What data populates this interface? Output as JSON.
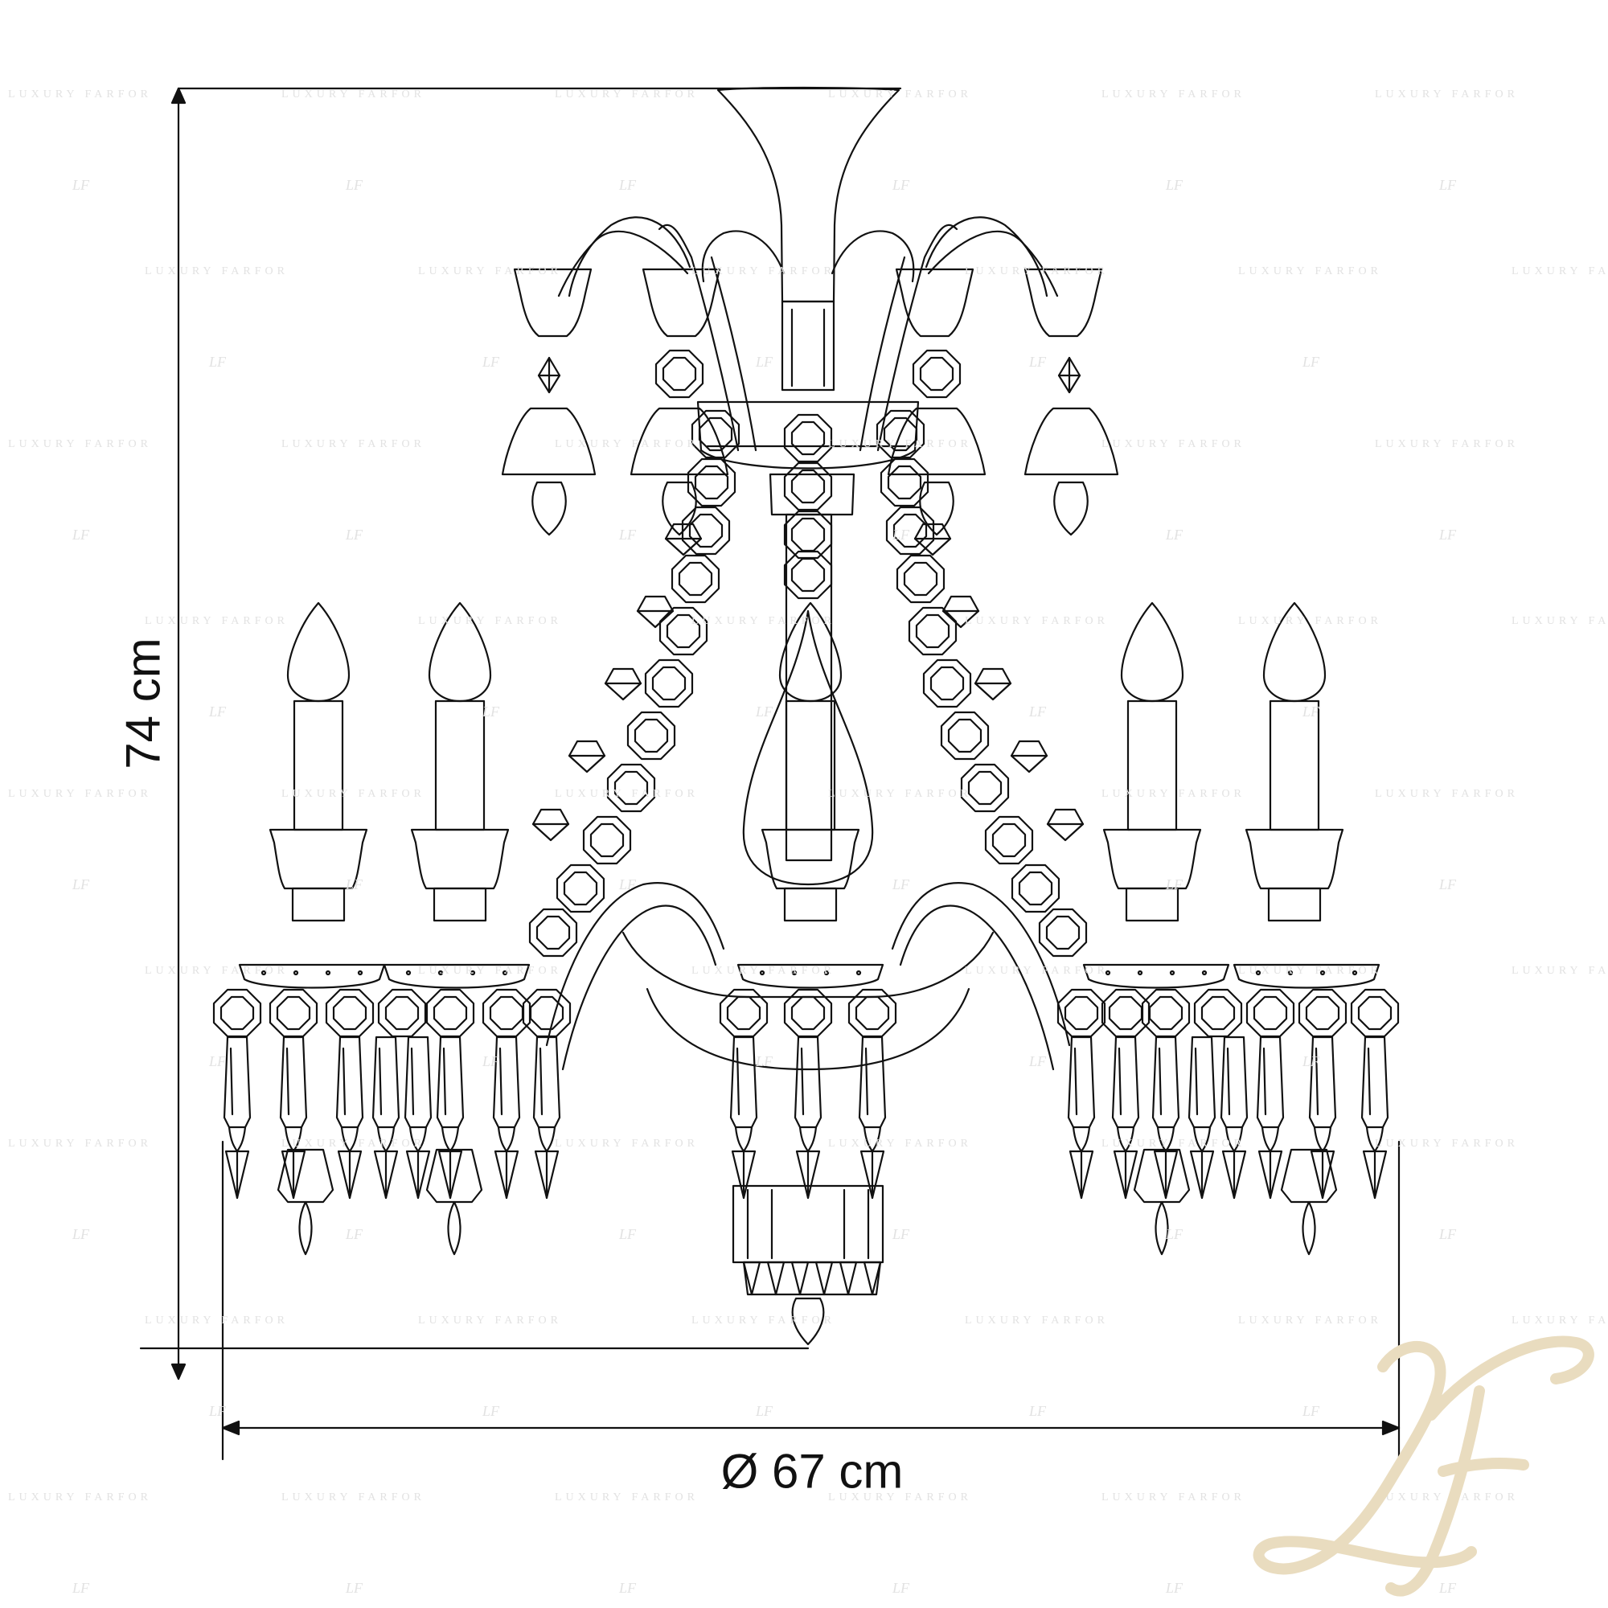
{
  "dimensions": {
    "height_label": "74 cm",
    "diameter_label": "Ø 67 cm"
  },
  "watermark": {
    "text": "LUXURY FARFOR",
    "monogram": "LF",
    "monogram_color": "#e9dcbf"
  },
  "line_color": "#111111"
}
